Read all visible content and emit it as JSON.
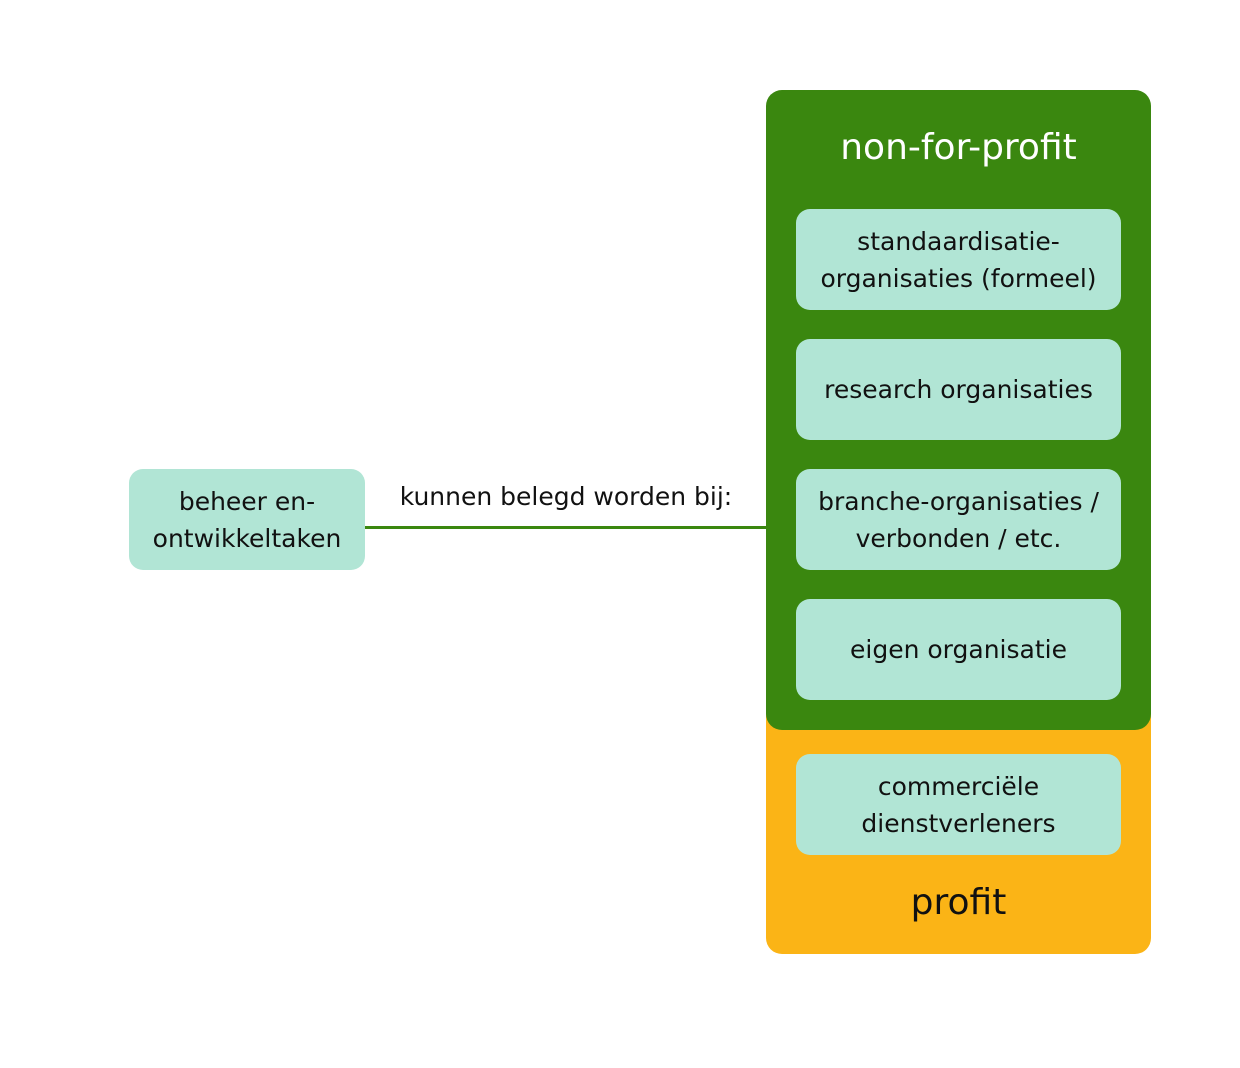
{
  "colors": {
    "nonprofit_green": "#3a870f",
    "profit_yellow": "#fbb416",
    "box_mint": "#b1e5d5",
    "connector_green": "#3a870f",
    "nonprofit_title_text": "#ffffff",
    "profit_title_text": "#111111"
  },
  "source": {
    "label": "beheer en-\nontwikkeltaken"
  },
  "connector": {
    "label": "kunnen belegd worden bij:"
  },
  "nonprofit": {
    "title": "non-for-profit",
    "items": [
      {
        "label": "standaardisatie-\norganisaties (formeel)"
      },
      {
        "label": "research organisaties"
      },
      {
        "label": "branche-organisaties /\nverbonden / etc."
      },
      {
        "label": "eigen organisatie"
      }
    ]
  },
  "profit": {
    "title": "profit",
    "items": [
      {
        "label": "commerciële\ndienstverleners"
      }
    ]
  }
}
